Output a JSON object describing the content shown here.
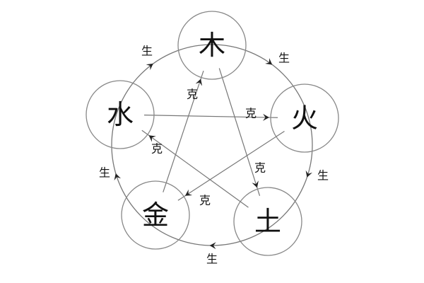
{
  "elements": [
    {
      "id": "wood",
      "label": "木"
    },
    {
      "id": "fire",
      "label": "火"
    },
    {
      "id": "earth",
      "label": "土"
    },
    {
      "id": "metal",
      "label": "金"
    },
    {
      "id": "water",
      "label": "水"
    }
  ],
  "generating": {
    "label": "生",
    "cycle": [
      [
        "water",
        "wood"
      ],
      [
        "wood",
        "fire"
      ],
      [
        "fire",
        "earth"
      ],
      [
        "earth",
        "metal"
      ],
      [
        "metal",
        "water"
      ]
    ]
  },
  "overcoming": {
    "label": "克",
    "cycle": [
      [
        "metal",
        "wood"
      ],
      [
        "wood",
        "earth"
      ],
      [
        "water",
        "fire"
      ],
      [
        "fire",
        "metal"
      ],
      [
        "earth",
        "water"
      ]
    ]
  },
  "colors": {
    "line": "#777777",
    "text": "#111111",
    "circle_stroke": "#888888"
  }
}
